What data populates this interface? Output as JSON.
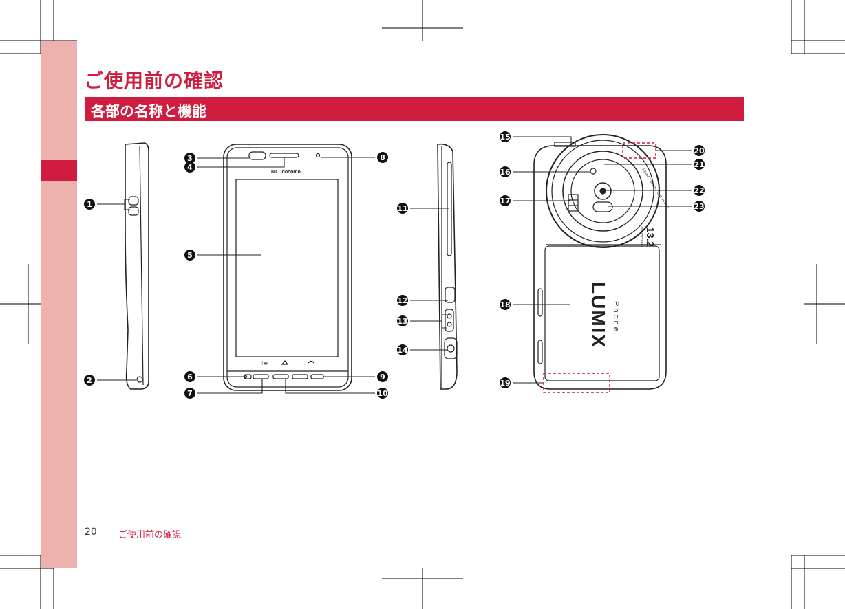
{
  "page": {
    "title": "ご使用前の確認",
    "section_title": "各部の名称と機能",
    "page_number": "20",
    "footer_label": "ご使用前の確認"
  },
  "colors": {
    "accent": "#d01c3f",
    "sidebar": "#eeb2ae"
  },
  "phone_front": {
    "carrier_logo": "NTT docomo"
  },
  "phone_back": {
    "camera_ring_text": "1:2.4/4.7  MULTI COAT FILTER",
    "megapixels": "13.2",
    "megapixels_unit": "MEGA PIXELS",
    "brand": "LUMIX",
    "brand_sub": "Phone"
  },
  "callouts": [
    "1",
    "2",
    "3",
    "4",
    "5",
    "6",
    "7",
    "8",
    "9",
    "10",
    "11",
    "12",
    "13",
    "14",
    "15",
    "16",
    "17",
    "18",
    "19",
    "20",
    "21",
    "22",
    "23"
  ]
}
